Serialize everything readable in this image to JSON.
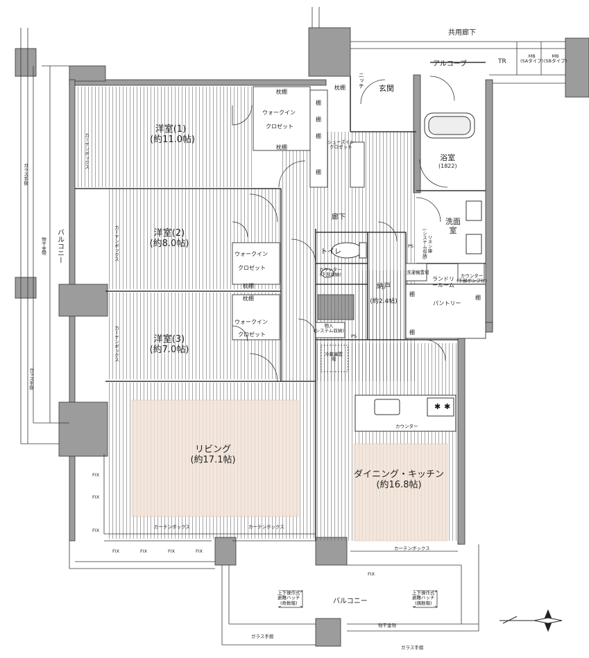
{
  "rooms": {
    "western1": {
      "name": "洋室(1)",
      "size": "(約11.0帖)"
    },
    "western2": {
      "name": "洋室(2)",
      "size": "(約8.0帖)"
    },
    "western3": {
      "name": "洋室(3)",
      "size": "(約7.0帖)"
    },
    "living": {
      "name": "リビング",
      "size": "(約17.1帖)"
    },
    "dining": {
      "name": "ダイニング・キッチン",
      "size": "(約16.8帖)"
    },
    "storage": {
      "name": "納戸",
      "size": "(約2.4帖)"
    },
    "entrance": {
      "name": "玄関"
    },
    "bath": {
      "name": "浴室",
      "size": "(1822)"
    },
    "washroom": {
      "name": "洗面室"
    },
    "toilet": {
      "name": "トイレ"
    },
    "hallway": {
      "name": "廊下"
    },
    "alcove": {
      "name": "アルコーブ"
    },
    "common_corridor": {
      "name": "共用廊下"
    },
    "laundry": {
      "name": "ランドリールーム"
    },
    "pantry": {
      "name": "パントリー"
    }
  },
  "labels": {
    "walkin_closet": "ウォークイン",
    "closet": "クロゼット",
    "shelf_pillow": "枕棚",
    "shelf": "棚",
    "niche": "ニッチ",
    "shoes_in_closet_1": "シューズイン",
    "shoes_in_closet_2": "クロゼット",
    "curtain_box": "カーテンボックス",
    "counter": "カウンター",
    "counter_below": "カウンター",
    "counter_below_sub": "(下部収納)",
    "counter_pump": "カウンター",
    "counter_pump_sub": "(下部ポンプ付)",
    "washer_space": "洗濯機置場",
    "linen": "リネン庫",
    "linen_sub": "(システム収納)",
    "storage_system": "物入",
    "storage_system_sub": "(システム収納)",
    "ps": "PS",
    "fridge": "冷蔵庫置場",
    "balcony": "バルコニー",
    "clothes_rack": "物干金物",
    "glass_rail": "ガラス手摺",
    "fix": "FIX",
    "tr": "TR",
    "mb": "MB",
    "mb_sa": "(SAタイプ)",
    "mb_sb": "(SBタイプ)",
    "hatch_1": "上下操作式",
    "hatch_2": "避難ハッチ",
    "hatch_odd": "(奇数階)",
    "hatch_even": "(偶数階)"
  },
  "colors": {
    "wall": "#9c9c9c",
    "floor_line": "#555555",
    "accent_area": "#f2e2d6",
    "line": "#333333"
  },
  "icons": {
    "compass": "compass-icon",
    "stove": "stove-icon",
    "bathtub": "bathtub-icon",
    "toilet": "toilet-icon"
  }
}
